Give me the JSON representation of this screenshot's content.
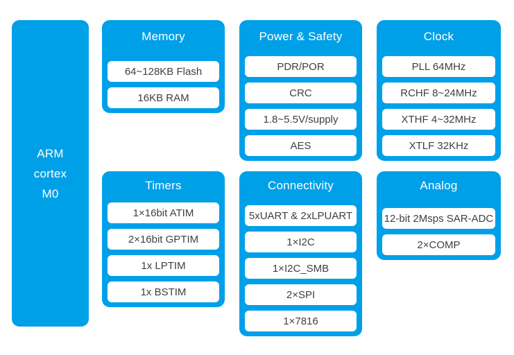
{
  "diagram": {
    "cpu": {
      "label": "ARM cortex M0",
      "lines": [
        "ARM",
        "cortex",
        "M0"
      ]
    },
    "blocks": {
      "memory": {
        "title": "Memory",
        "items": [
          "64~128KB Flash",
          "16KB RAM"
        ]
      },
      "power_safety": {
        "title": "Power & Safety",
        "items": [
          "PDR/POR",
          "CRC",
          "1.8~5.5V/supply",
          "AES"
        ]
      },
      "clock": {
        "title": "Clock",
        "items": [
          "PLL 64MHz",
          "RCHF 8~24MHz",
          "XTHF 4~32MHz",
          "XTLF 32KHz"
        ]
      },
      "timers": {
        "title": "Timers",
        "items": [
          "1×16bit ATIM",
          "2×16bit GPTIM",
          "1x LPTIM",
          "1x BSTIM"
        ]
      },
      "connectivity": {
        "title": "Connectivity",
        "items": [
          "5xUART & 2xLPUART",
          "1×I2C",
          "1×I2C_SMB",
          "2×SPI",
          "1×7816"
        ]
      },
      "analog": {
        "title": "Analog",
        "items": [
          "12-bit 2Msps SAR-ADC",
          "2×COMP"
        ]
      }
    },
    "colors": {
      "block_blue": "#00A0E9",
      "title_text": "#FFFFFF",
      "item_bg": "#FFFFFF",
      "item_text": "#404040",
      "background": "#FFFFFF"
    }
  }
}
